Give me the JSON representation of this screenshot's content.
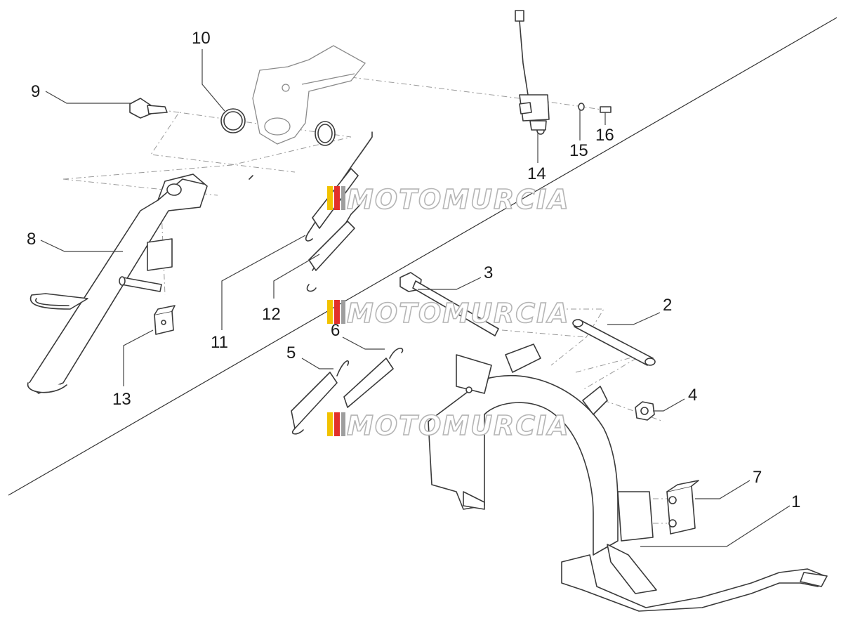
{
  "watermark": {
    "text": "MOTOMURCIA",
    "flag_colors": [
      "#f2c200",
      "#e2302a",
      "#9e9e9e"
    ]
  },
  "callouts": [
    {
      "id": "1",
      "label": "1"
    },
    {
      "id": "2",
      "label": "2"
    },
    {
      "id": "3",
      "label": "3"
    },
    {
      "id": "4",
      "label": "4"
    },
    {
      "id": "5",
      "label": "5"
    },
    {
      "id": "6",
      "label": "6"
    },
    {
      "id": "7",
      "label": "7"
    },
    {
      "id": "8",
      "label": "8"
    },
    {
      "id": "9",
      "label": "9"
    },
    {
      "id": "10",
      "label": "10"
    },
    {
      "id": "11",
      "label": "11"
    },
    {
      "id": "12",
      "label": "12"
    },
    {
      "id": "13",
      "label": "13"
    },
    {
      "id": "14",
      "label": "14"
    },
    {
      "id": "15",
      "label": "15"
    },
    {
      "id": "16",
      "label": "16"
    }
  ]
}
